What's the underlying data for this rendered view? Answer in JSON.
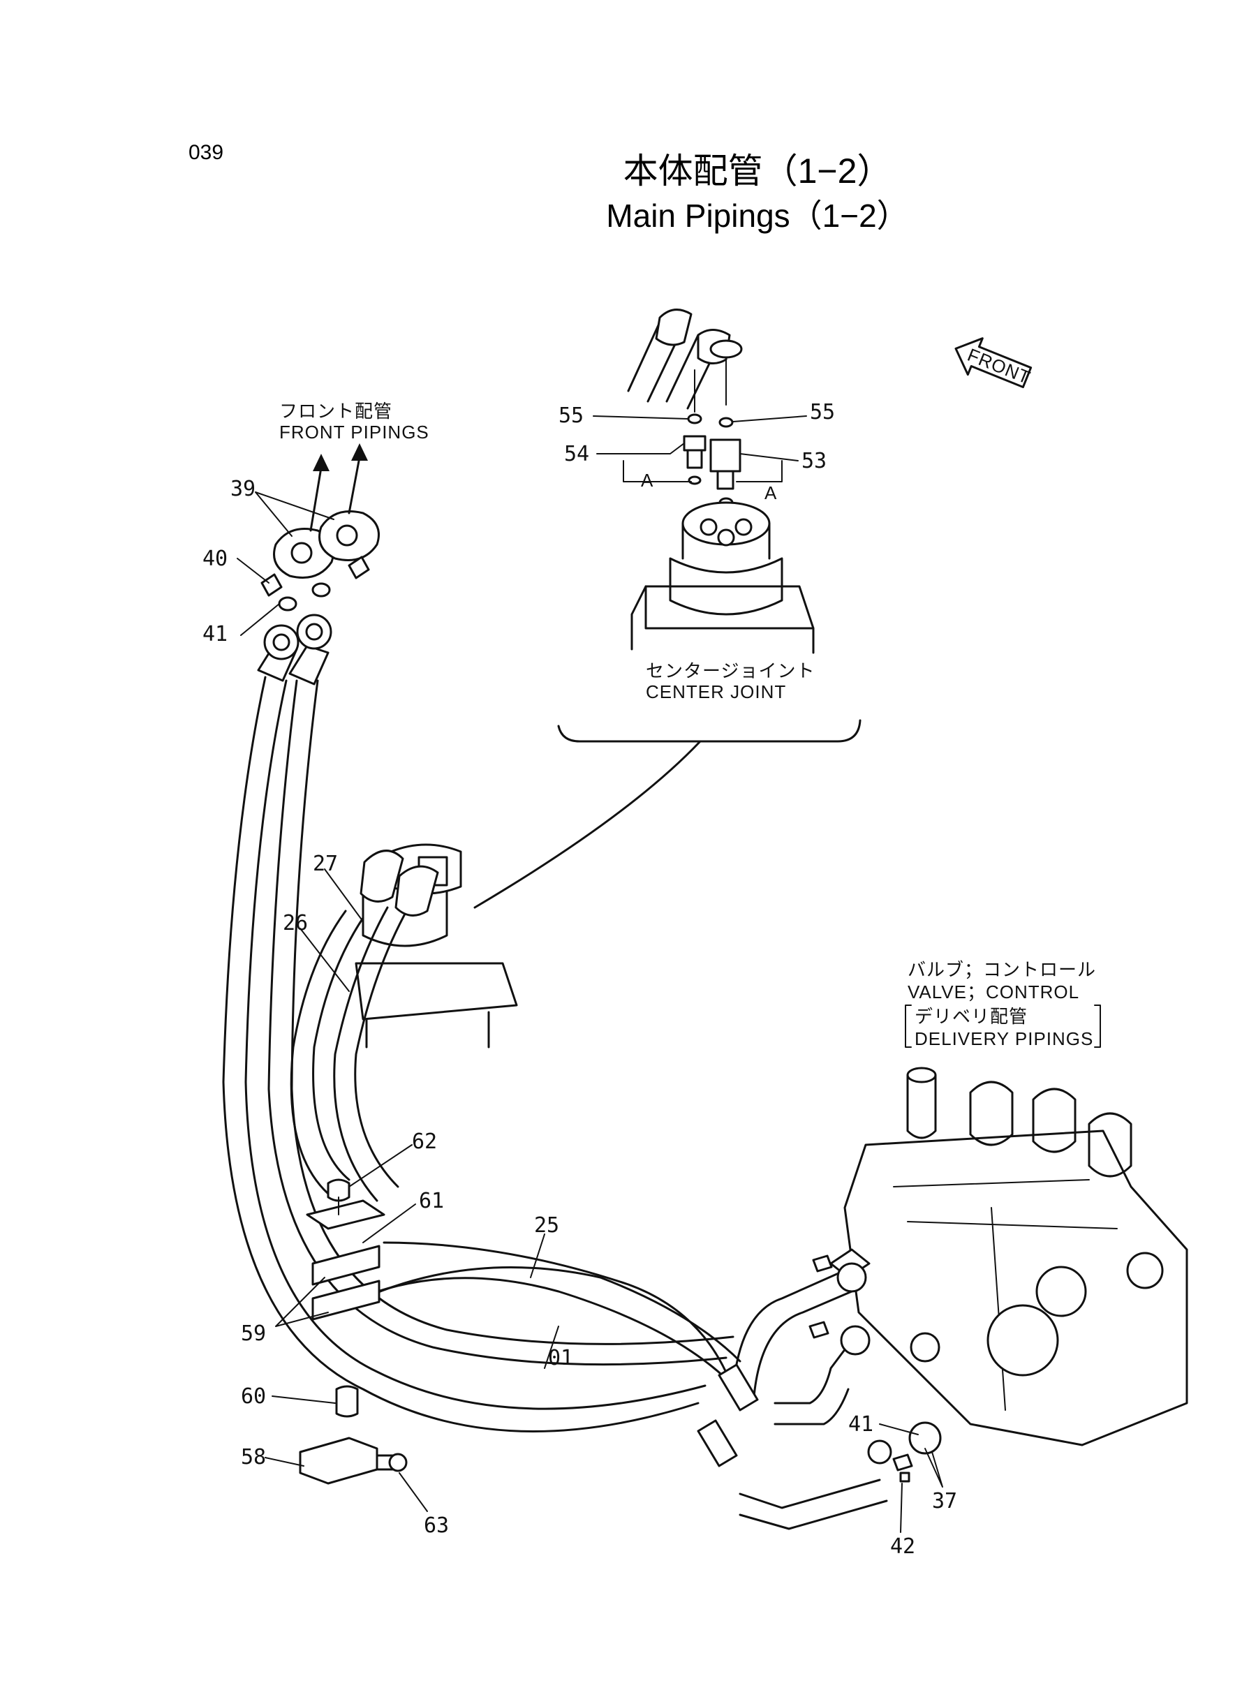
{
  "page_number": "039",
  "title": {
    "jp": "本体配管（1−2）",
    "en": "Main Pipings（1−2）"
  },
  "labels": {
    "front_pipings_jp": "フロント配管",
    "front_pipings_en": "FRONT PIPINGS",
    "center_joint_jp": "センタージョイント",
    "center_joint_en": "CENTER JOINT",
    "valve_jp": "バルブ；コントロール",
    "valve_en": "VALVE；CONTROL",
    "delivery_jp": "デリベリ配管",
    "delivery_en": "DELIVERY PIPINGS",
    "front_arrow": "FRONT",
    "section_a": "A"
  },
  "parts": {
    "p01": "01",
    "p25": "25",
    "p26": "26",
    "p27": "27",
    "p37": "37",
    "p39": "39",
    "p40": "40",
    "p41_top": "41",
    "p41_bottom": "41",
    "p42": "42",
    "p53": "53",
    "p54": "54",
    "p55_left": "55",
    "p55_right": "55",
    "p58": "58",
    "p59": "59",
    "p60": "60",
    "p61": "61",
    "p62": "62",
    "p63": "63"
  }
}
